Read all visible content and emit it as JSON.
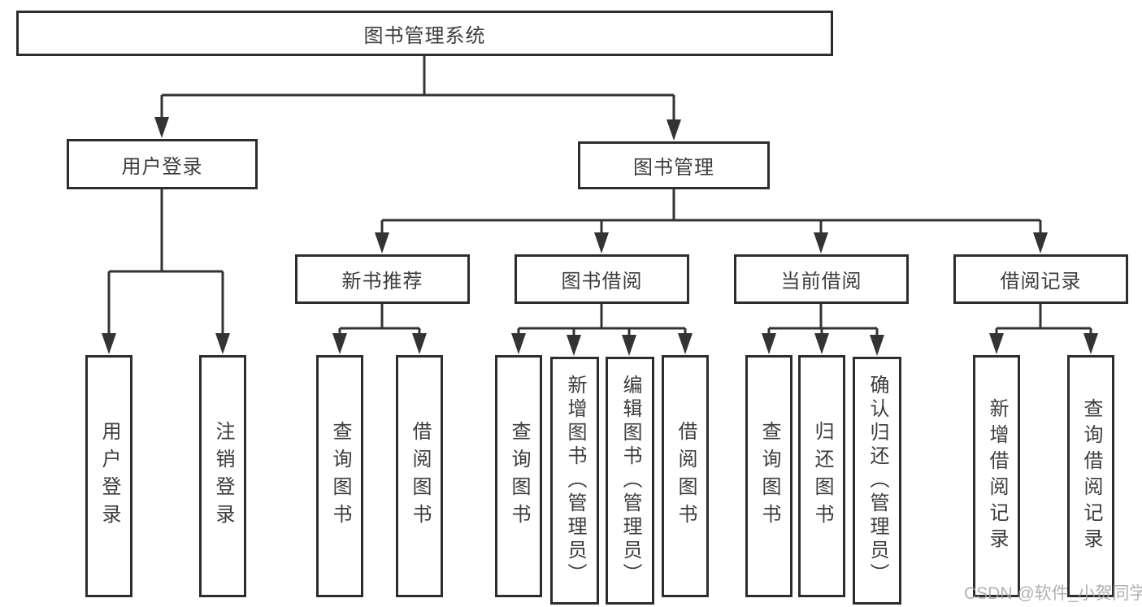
{
  "diagram": {
    "root": {
      "label": "图书管理系统"
    },
    "branches": {
      "user_login": {
        "label": "用户登录",
        "children": [
          {
            "label": "用户登录"
          },
          {
            "label": "注销登录"
          }
        ]
      },
      "book_mgmt": {
        "label": "图书管理",
        "sections": [
          {
            "label": "新书推荐",
            "children": [
              {
                "label": "查询图书"
              },
              {
                "label": "借阅图书"
              }
            ]
          },
          {
            "label": "图书借阅",
            "children": [
              {
                "label": "查询图书"
              },
              {
                "label": "新增图书（管理员）"
              },
              {
                "label": "编辑图书（管理员）"
              },
              {
                "label": "借阅图书"
              }
            ]
          },
          {
            "label": "当前借阅",
            "children": [
              {
                "label": "查询图书"
              },
              {
                "label": "归还图书"
              },
              {
                "label": "确认归还（管理员）"
              }
            ]
          },
          {
            "label": "借阅记录",
            "children": [
              {
                "label": "新增借阅记录"
              },
              {
                "label": "查询借阅记录"
              }
            ]
          }
        ]
      }
    },
    "watermark": "CSDN @软件_小贺同学"
  },
  "colors": {
    "line": "#333333",
    "box_border": "#2d2d2d",
    "text": "#3c3c3c",
    "watermark": "#a3a3a3"
  }
}
